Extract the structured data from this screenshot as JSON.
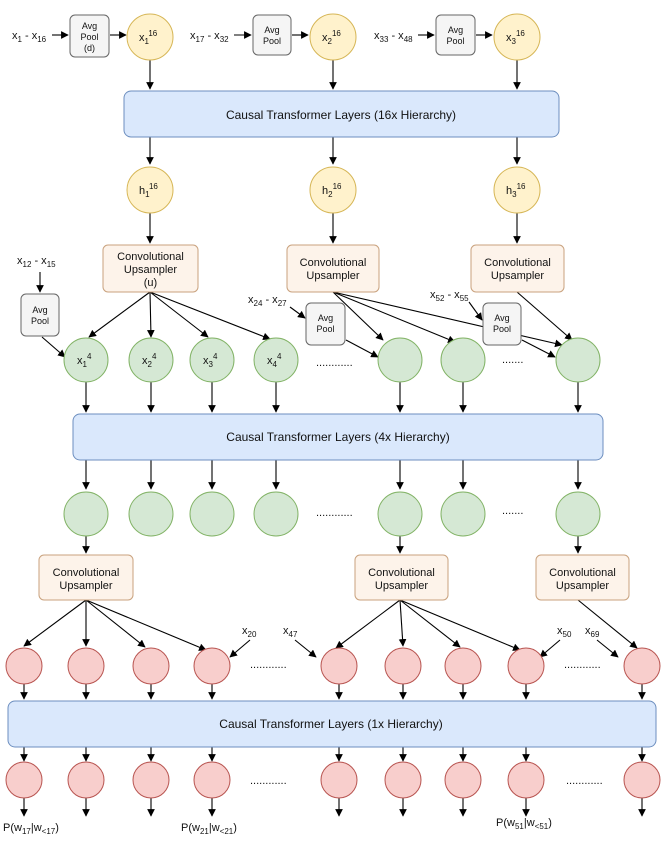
{
  "colors": {
    "yellow_fill": "#fff2cc",
    "yellow_stroke": "#d6b656",
    "green_fill": "#d5e8d4",
    "green_stroke": "#82b366",
    "red_fill": "#f8cecc",
    "red_stroke": "#b85450",
    "blue_fill": "#dae8fc",
    "blue_stroke": "#6c8ebf",
    "peach_fill": "#fdf3ea",
    "peach_stroke": "#c9a27e",
    "pool_fill": "#f5f5f5",
    "pool_stroke": "#666666"
  },
  "bands": {
    "h16": "Causal Transformer Layers (16x Hierarchy)",
    "h4": "Causal Transformer Layers (4x Hierarchy)",
    "h1": "Causal Transformer Layers (1x Hierarchy)"
  },
  "pool": {
    "first_line1": "Avg",
    "first_line2": "Pool",
    "first_line3": "(d)",
    "line1": "Avg",
    "line2": "Pool"
  },
  "upsampler": {
    "first_line1": "Convolutional",
    "first_line2": "Upsampler",
    "first_line3": "(u)",
    "line1": "Convolutional",
    "line2": "Upsampler"
  },
  "inputs_top": [
    {
      "main": "x",
      "sub1": "1",
      "sep": " - x",
      "sub2": "16"
    },
    {
      "main": "x",
      "sub1": "17",
      "sep": " - x",
      "sub2": "32"
    },
    {
      "main": "x",
      "sub1": "33",
      "sep": " - x",
      "sub2": "48"
    }
  ],
  "x16_nodes": [
    {
      "main": "x",
      "sub": "1",
      "sup": "16"
    },
    {
      "main": "x",
      "sub": "2",
      "sup": "16"
    },
    {
      "main": "x",
      "sub": "3",
      "sup": "16"
    }
  ],
  "h16_nodes": [
    {
      "main": "h",
      "sub": "1",
      "sup": "16"
    },
    {
      "main": "h",
      "sub": "2",
      "sup": "16"
    },
    {
      "main": "h",
      "sub": "3",
      "sup": "16"
    }
  ],
  "inputs_mid": [
    {
      "main": "x",
      "sub1": "12",
      "sep": " - x",
      "sub2": "15"
    },
    {
      "main": "x",
      "sub1": "24",
      "sep": " - x",
      "sub2": "27"
    },
    {
      "main": "x",
      "sub1": "52",
      "sep": " - x",
      "sub2": "55"
    }
  ],
  "x4_nodes": [
    {
      "main": "x",
      "sub": "1",
      "sup": "4"
    },
    {
      "main": "x",
      "sub": "2",
      "sup": "4"
    },
    {
      "main": "x",
      "sub": "3",
      "sup": "4"
    },
    {
      "main": "x",
      "sub": "4",
      "sup": "4"
    }
  ],
  "dots": "............",
  "dots_short": ".......",
  "inputs_low": [
    {
      "main": "x",
      "sub": "20"
    },
    {
      "main": "x",
      "sub": "47"
    },
    {
      "main": "x",
      "sub": "50"
    },
    {
      "main": "x",
      "sub": "69"
    }
  ],
  "outputs": [
    {
      "pre": "P(w",
      "s1": "17",
      "mid": "|w",
      "s2": "<17",
      "post": ")"
    },
    {
      "pre": "P(w",
      "s1": "21",
      "mid": "|w",
      "s2": "<21",
      "post": ")"
    },
    {
      "pre": "P(w",
      "s1": "51",
      "mid": "|w",
      "s2": "<51",
      "post": ")"
    }
  ]
}
